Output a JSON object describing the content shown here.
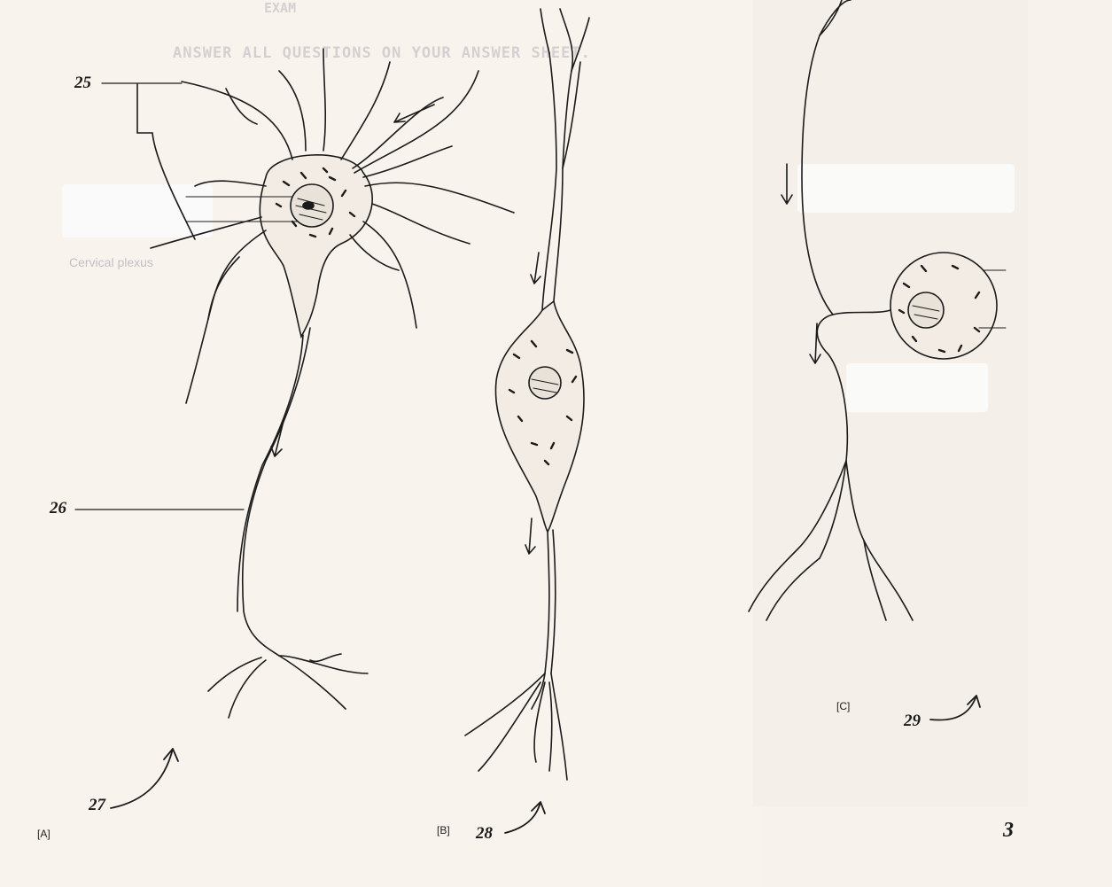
{
  "figure": {
    "labels": {
      "n25": "25",
      "n26": "26",
      "n27": "27",
      "n28": "28",
      "n29": "29"
    },
    "panels": {
      "a": "[A]",
      "b": "[B]",
      "c": "[C]"
    },
    "page_number": "3",
    "background_text": {
      "header_line1": "EXAM",
      "header_line2": "ANSWER ALL QUESTIONS ON YOUR ANSWER SHEET.",
      "cervical": "Cervical plexus"
    }
  }
}
